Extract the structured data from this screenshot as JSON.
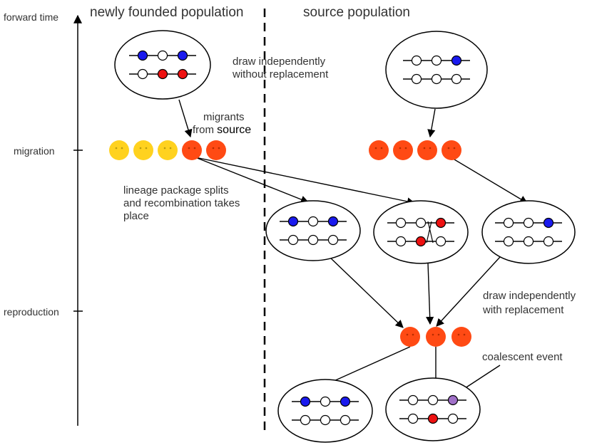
{
  "headers": {
    "newly_founded": "newly founded population",
    "source": "source population"
  },
  "axis": {
    "forward_time": "forward time",
    "migration": "migration",
    "reproduction": "reproduction"
  },
  "annotations": {
    "draw_without_1": "draw independently",
    "draw_without_2": "without replacement",
    "migrants_1": "migrants",
    "migrants_2a": "from ",
    "migrants_2b": "source",
    "lineage_1": "lineage package splits",
    "lineage_2": "and recombination takes",
    "lineage_3": "place",
    "draw_with_1": "draw independently",
    "draw_with_2": "with replacement",
    "coalescent": "coalescent event"
  },
  "colors": {
    "blue": "#1a1aee",
    "red": "#ee1111",
    "purple": "#a070c8",
    "yellow_individual": "#ffd21f",
    "orange_individual": "#ff4a14",
    "white": "#ffffff",
    "stroke": "#000000"
  },
  "allele_states": {
    "founded_top": [
      [
        "blue",
        "white",
        "blue"
      ],
      [
        "white",
        "red",
        "red"
      ]
    ],
    "source_top": [
      [
        "white",
        "white",
        "blue"
      ],
      [
        "white",
        "white",
        "white"
      ]
    ],
    "migrant_mid_left": [
      [
        "blue",
        "white",
        "blue"
      ],
      [
        "white",
        "white",
        "white"
      ]
    ],
    "recombinant_mid": [
      [
        "white",
        "white",
        "red"
      ],
      [
        "white",
        "red",
        "white"
      ]
    ],
    "source_mid_right": [
      [
        "white",
        "white",
        "blue"
      ],
      [
        "white",
        "white",
        "white"
      ]
    ],
    "offspring_left": [
      [
        "blue",
        "white",
        "blue"
      ],
      [
        "white",
        "white",
        "white"
      ]
    ],
    "offspring_right": [
      [
        "white",
        "white",
        "purple"
      ],
      [
        "white",
        "red",
        "white"
      ]
    ]
  },
  "individuals": {
    "founded_row": [
      "yellow",
      "yellow",
      "yellow",
      "orange",
      "orange"
    ],
    "source_row": [
      "orange",
      "orange",
      "orange",
      "orange"
    ],
    "reproduction_row": [
      "orange",
      "orange",
      "orange"
    ]
  }
}
